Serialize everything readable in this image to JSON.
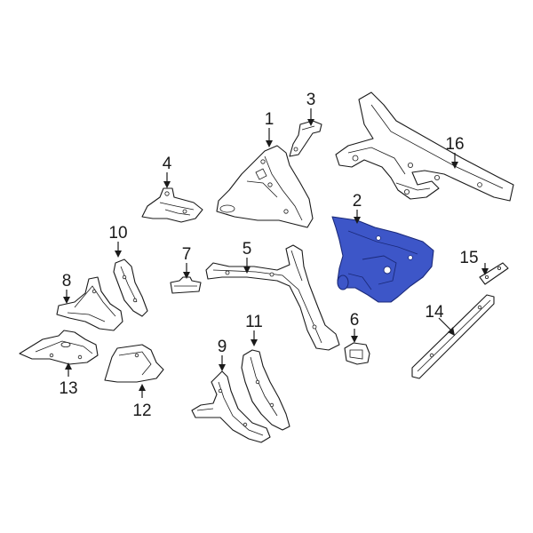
{
  "diagram": {
    "highlight_color": "#3d56c8",
    "line_color": "#1a1a1a",
    "callouts": [
      {
        "id": "1",
        "label": "1"
      },
      {
        "id": "2",
        "label": "2",
        "highlighted": true
      },
      {
        "id": "3",
        "label": "3"
      },
      {
        "id": "4",
        "label": "4"
      },
      {
        "id": "5",
        "label": "5"
      },
      {
        "id": "6",
        "label": "6"
      },
      {
        "id": "7",
        "label": "7"
      },
      {
        "id": "8",
        "label": "8"
      },
      {
        "id": "9",
        "label": "9"
      },
      {
        "id": "10",
        "label": "10"
      },
      {
        "id": "11",
        "label": "11"
      },
      {
        "id": "12",
        "label": "12"
      },
      {
        "id": "13",
        "label": "13"
      },
      {
        "id": "14",
        "label": "14"
      },
      {
        "id": "15",
        "label": "15"
      },
      {
        "id": "16",
        "label": "16"
      }
    ]
  }
}
